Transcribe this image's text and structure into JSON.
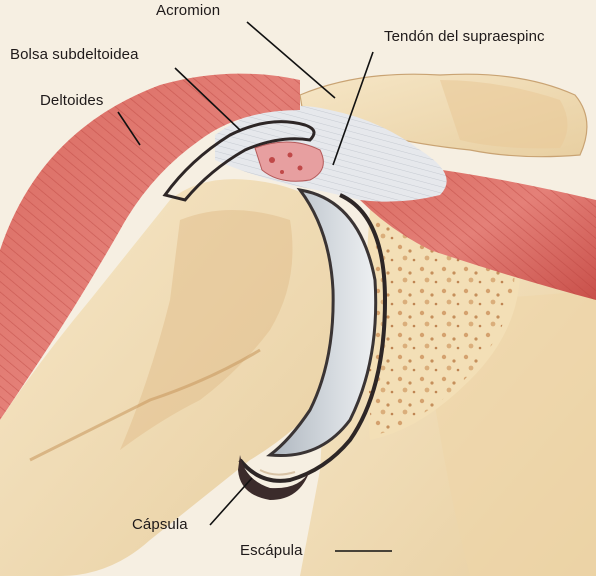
{
  "labels": {
    "acromion": "Acromion",
    "bursa": "Bolsa subdeltoidea",
    "tendon": "Tendón del supraespinc",
    "deltoid": "Deltoides",
    "capsule": "Cápsula",
    "scapula": "Escápula"
  },
  "colors": {
    "background": "#f6efe2",
    "muscle": "#d9675e",
    "muscle_dark": "#b8443e",
    "bone": "#f0dcb4",
    "bone_shadow": "#c79a63",
    "cartilage": "#c7cdd3",
    "tendon": "#e3e6ea",
    "bursa": "#e79fa0",
    "leader": "#111111"
  }
}
